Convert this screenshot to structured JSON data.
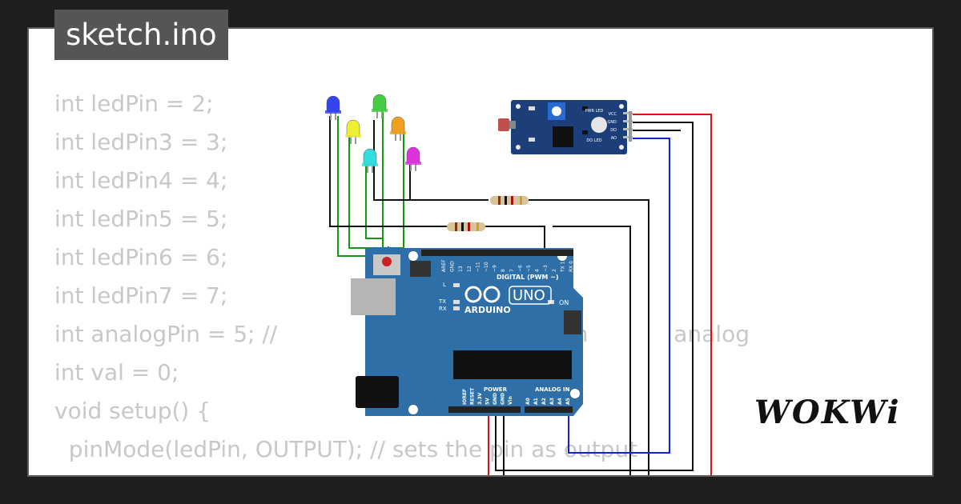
{
  "title": "sketch.ino",
  "code_lines": [
    "int ledPin = 2;",
    "int ledPin3 = 3;",
    "int ledPin4 = 4;",
    "int ledPin5 = 5;",
    "int ledPin6 = 6;",
    "int ledPin7 = 7;",
    "int analogPin = 5; //                                   ogPin            analog",
    "int val = 0;",
    "void setup() {",
    "  pinMode(ledPin, OUTPUT); // sets the pin as output"
  ],
  "board": {
    "brand": "ARDUINO",
    "model": "UNO",
    "digital_header": "DIGITAL (PWM ~)",
    "power_header": "POWER",
    "analog_header": "ANALOG IN",
    "on_label": "ON",
    "l_label": "L",
    "tx_label": "TX",
    "rx_label": "RX",
    "aref": "AREF",
    "gnd": "GND",
    "digital_pins": [
      "13",
      "12",
      "~11",
      "~10",
      "~9",
      "8",
      "7",
      "~6",
      "~5",
      "4",
      "~3",
      "2",
      "TX 1",
      "RX 0"
    ],
    "power_pins": [
      "IOREF",
      "RESET",
      "3.3V",
      "5V",
      "GND",
      "GND",
      "Vin"
    ],
    "analog_pins": [
      "A0",
      "A1",
      "A2",
      "A3",
      "A4",
      "A5"
    ]
  },
  "sensor": {
    "pins": [
      "VCC",
      "GND",
      "DO",
      "AO"
    ],
    "pwr_led": "PWR LED",
    "do_led": "DO LED"
  },
  "leds": [
    {
      "color": "#3344ee"
    },
    {
      "color": "#eeee33"
    },
    {
      "color": "#33dddd"
    },
    {
      "color": "#44cc44"
    },
    {
      "color": "#f0a020"
    },
    {
      "color": "#dd33dd"
    }
  ],
  "logo": "WOKWi",
  "colors": {
    "board": "#2e6fa7",
    "wire_green": "#119911",
    "wire_red": "#dd1111",
    "wire_blue": "#1122dd",
    "wire_black": "#111111"
  }
}
